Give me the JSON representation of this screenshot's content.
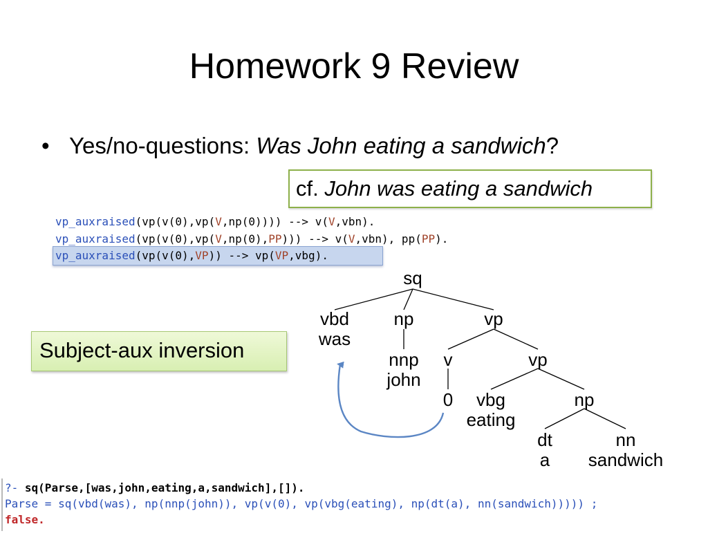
{
  "title": "Homework 9 Review",
  "bullet": {
    "lead": "Yes/no-questions: ",
    "example": "Was John eating a sandwich",
    "tail": "?"
  },
  "cf": {
    "lead": "cf. ",
    "example": "John was eating a sandwich"
  },
  "rules": [
    [
      "vp_auxraised",
      "(vp(v(0),vp(",
      "V",
      ",np(0)))) --> v(",
      "V",
      ",vbn)."
    ],
    [
      "vp_auxraised",
      "(vp(v(0),vp(",
      "V",
      ",np(0),",
      "PP",
      "))) --> v(",
      "V",
      ",vbn), pp(",
      "PP",
      ")."
    ],
    [
      "vp_auxraised",
      "(vp(v(0),",
      "VP",
      ")) --> vp(",
      "VP",
      ",vbg)."
    ]
  ],
  "callout": "Subject-aux inversion",
  "tree": {
    "sq": "sq",
    "vbd": "vbd",
    "was": "was",
    "np": "np",
    "vp1": "vp",
    "nnp": "nnp",
    "john": "john",
    "v": "v",
    "vp2": "vp",
    "zero": "0",
    "vbg": "vbg",
    "eating": "eating",
    "np2": "np",
    "dt": "dt",
    "a": "a",
    "nn": "nn",
    "sandwich": "sandwich"
  },
  "query": {
    "prompt": "?- ",
    "goal": "sq(Parse,[was,john,eating,a,sandwich],[]).",
    "answer_lead": "Parse = sq(vbd(was), ",
    "answer_rest": "np(nnp(john)), vp(v(0), vp(vbg(eating), np(dt(a), nn(sandwich))))) ;",
    "result": "false."
  },
  "colors": {
    "functor": "#2a4fb8",
    "variable": "#a0432a",
    "cf_border": "#8db04a",
    "callout_bg": "#d8efb2",
    "arrow": "#5b86c4",
    "false": "#c0282a"
  }
}
